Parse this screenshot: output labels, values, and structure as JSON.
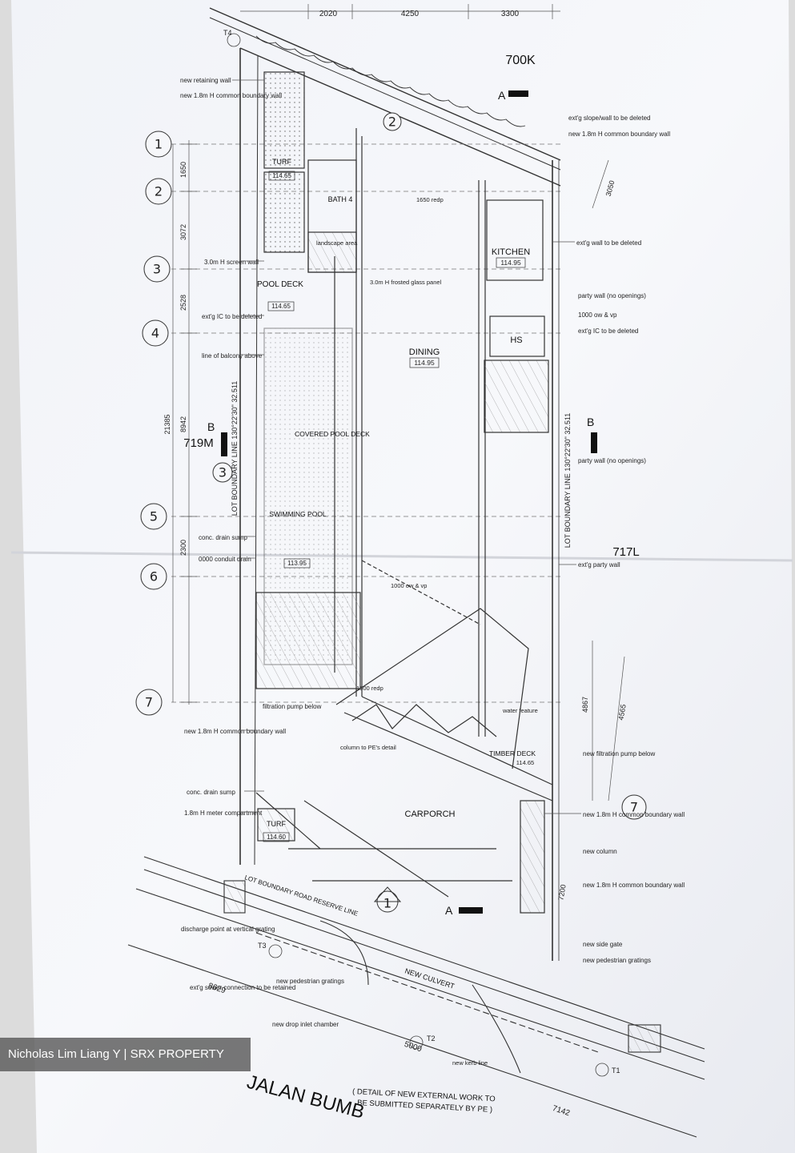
{
  "drawing": {
    "lots": {
      "top": "700K",
      "left": "719M",
      "right": "717L"
    },
    "grid_axes": [
      "1",
      "2",
      "3",
      "4",
      "5",
      "6",
      "7"
    ],
    "section_markers": {
      "a": "A",
      "b": "B"
    },
    "section_circle": "3",
    "elevation_circle": "1",
    "grid_circle_right": "7",
    "top_dims": [
      "2020",
      "4250",
      "3300"
    ],
    "left_dims": [
      "1650",
      "3072",
      "2528",
      "8942",
      "21385",
      "2300"
    ],
    "right_dims": [
      "3050",
      "4867",
      "4565",
      "7200"
    ],
    "bottom_dims": [
      "8629",
      "5000",
      "7142"
    ],
    "rooms": [
      {
        "name": "KITCHEN",
        "level": "114.95"
      },
      {
        "name": "DINING",
        "level": "114.95"
      },
      {
        "name": "POOL DECK",
        "level": "114.65"
      },
      {
        "name": "TURF",
        "level": "114.65"
      },
      {
        "name": "BATH 4",
        "level": ""
      },
      {
        "name": "HS",
        "level": ""
      },
      {
        "name": "CARPORCH",
        "level": ""
      },
      {
        "name": "SWIMMING POOL",
        "level": "113.95"
      },
      {
        "name": "COVERED POOL DECK",
        "level": ""
      },
      {
        "name": "TIMBER DECK",
        "level": "114.65"
      },
      {
        "name": "TURF",
        "level": "114.60"
      }
    ],
    "callouts_left": [
      "new retaining wall",
      "new 1.8m H common boundary wall",
      "3.0m H screen wall",
      "ext'g IC to be deleted",
      "line of balcony above",
      "conc. drain sump",
      "0000 conduit drain",
      "filtration pump below",
      "new 1.8m H common boundary wall",
      "conc. drain sump",
      "1.8m H meter compartment",
      "discharge point at vertical grating",
      "ext'g sewer connection to be retained",
      "new pedestrian gratings",
      "new drop inlet chamber"
    ],
    "callouts_right": [
      "ext'g slope/wall to be deleted",
      "new 1.8m H common boundary wall",
      "ext'g wall to be deleted",
      "party wall (no openings)",
      "1000 ow & vp",
      "ext'g IC to be deleted",
      "party wall (no openings)",
      "ext'g party wall",
      "new filtration pump below",
      "new 1.8m H common boundary wall",
      "new column",
      "new 1.8m H common boundary wall",
      "new side gate",
      "new pedestrian gratings"
    ],
    "callouts_center": [
      "3.0m H frosted glass panel",
      "1650 redp",
      "landscape area",
      "column to PE's detail",
      "1500 redp",
      "1000 ow & vp",
      "water feature",
      "new kerb line",
      "NEW CULVERT",
      "LOT BOUNDARY ROAD RESERVE LINE"
    ],
    "boundary_labels": {
      "left": "LOT BOUNDARY LINE 130°22'30\" 32.511",
      "right": "LOT BOUNDARY LINE 130°22'30\" 32.511"
    },
    "road_name": "JALAN BUMB",
    "footnote": "( DETAIL OF NEW EXTERNAL WORK TO BE SUBMITTED SEPARATELY BY PE )",
    "trees": [
      "T1",
      "T2",
      "T3",
      "T4"
    ]
  },
  "watermark": "Nicholas Lim Liang Y | SRX PROPERTY"
}
